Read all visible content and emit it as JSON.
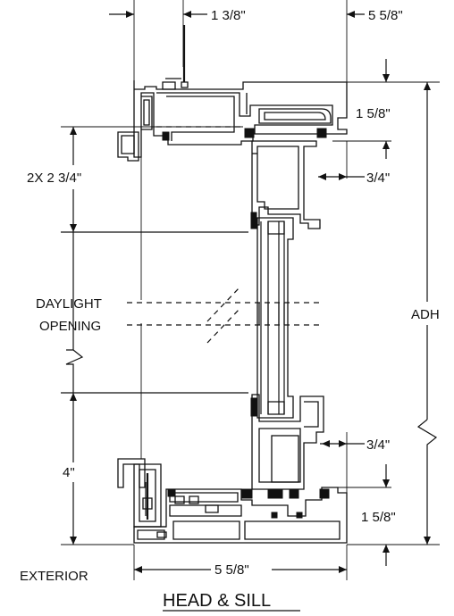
{
  "diagram": {
    "title": "HEAD & SILL",
    "side_label": "EXTERIOR",
    "daylight_label_line1": "DAYLIGHT",
    "daylight_label_line2": "OPENING",
    "dimensions": {
      "head_offset": "1 3/8\"",
      "frame_depth_top": "5 5/8\"",
      "frame_depth_bottom": "5 5/8\"",
      "head_height": "1 5/8\"",
      "sill_height": "1 5/8\"",
      "head_glazing_offset": "3/4\"",
      "sill_glazing_offset": "3/4\"",
      "head_sightline": "2X 2 3/4\"",
      "sill_sightline": "4\"",
      "overall_height": "ADH"
    }
  }
}
